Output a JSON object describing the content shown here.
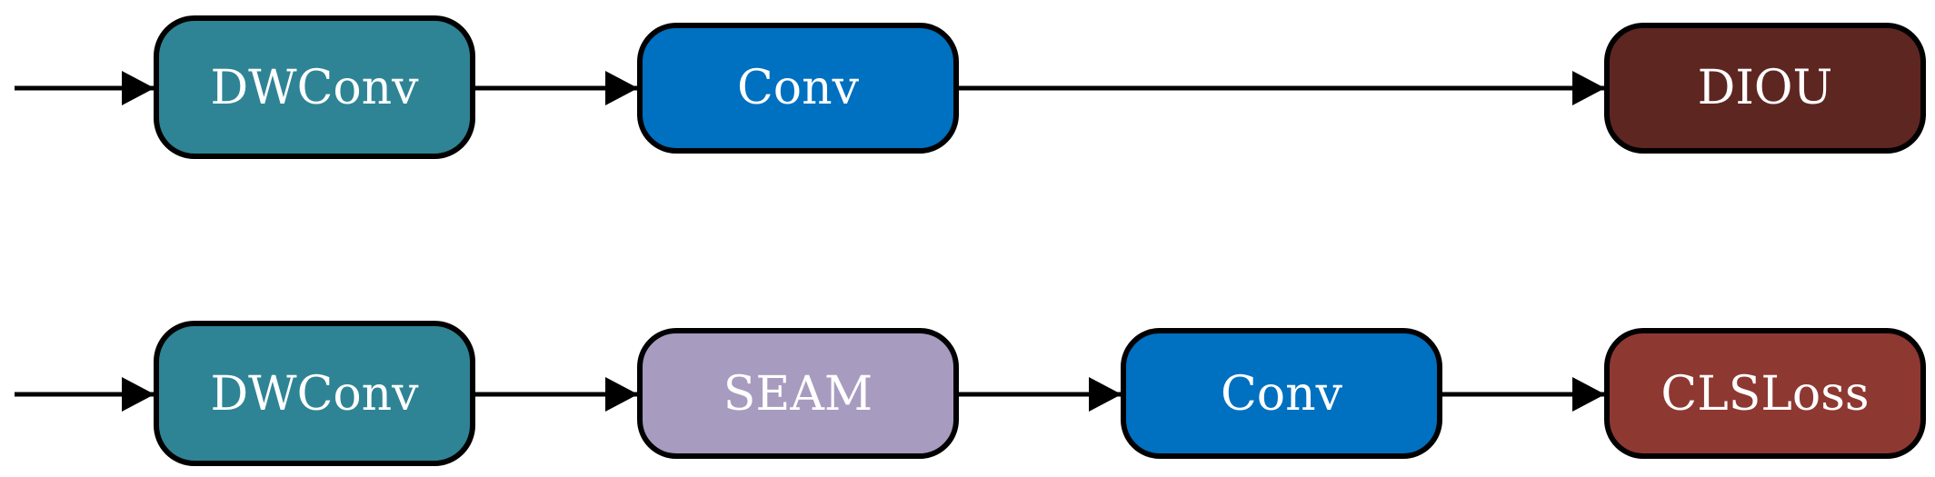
{
  "diagram": {
    "rows": [
      {
        "id": "top",
        "nodes": [
          {
            "id": "t1",
            "label": "DWConv",
            "color": "#2E8495"
          },
          {
            "id": "t2",
            "label": "Conv",
            "color": "#0070C0"
          },
          {
            "id": "t3",
            "label": "DIOU",
            "color": "#5E2621"
          }
        ],
        "edges": [
          {
            "from": null,
            "to": "t1"
          },
          {
            "from": "t1",
            "to": "t2"
          },
          {
            "from": "t2",
            "to": "t3"
          }
        ]
      },
      {
        "id": "bottom",
        "nodes": [
          {
            "id": "b1",
            "label": "DWConv",
            "color": "#2E8495"
          },
          {
            "id": "b2",
            "label": "SEAM",
            "color": "#A89BC0"
          },
          {
            "id": "b3",
            "label": "Conv",
            "color": "#0070C0"
          },
          {
            "id": "b4",
            "label": "CLSLoss",
            "color": "#8E3832"
          }
        ],
        "edges": [
          {
            "from": null,
            "to": "b1"
          },
          {
            "from": "b1",
            "to": "b2"
          },
          {
            "from": "b2",
            "to": "b3"
          },
          {
            "from": "b3",
            "to": "b4"
          }
        ]
      }
    ]
  }
}
